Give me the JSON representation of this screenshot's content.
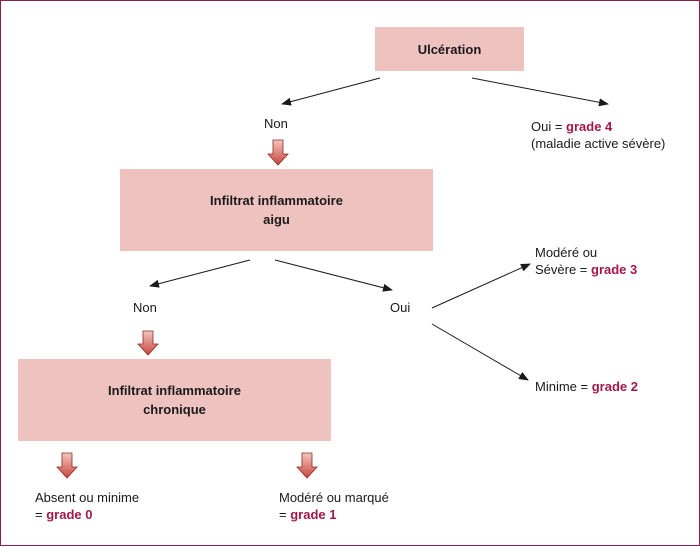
{
  "nodes": {
    "ulceration": "Ulcération",
    "infiltrat_aigu": [
      "Infiltrat inflammatoire",
      "aigu"
    ],
    "infiltrat_chronique": [
      "Infiltrat inflammatoire",
      "chronique"
    ]
  },
  "labels": {
    "non_1": "Non",
    "oui_1_prefix": "Oui = ",
    "oui_1_grade": "grade 4",
    "oui_1_note": "(maladie active sévère)",
    "non_2": "Non",
    "oui_2": "Oui",
    "modere_line1": "Modéré ou",
    "modere_prefix": "Sévère = ",
    "modere_grade": "grade 3",
    "minime_prefix": "Minime = ",
    "minime_grade": "grade 2",
    "absent_line1": "Absent ou minime",
    "absent_prefix": "= ",
    "absent_grade": "grade 0",
    "marque_line1": "Modéré ou marqué",
    "marque_prefix": "= ",
    "marque_grade": "grade 1"
  },
  "colors": {
    "box_fill": "#eec3bf",
    "grade_text": "#a3174a",
    "frame": "#8a1f4f",
    "arrow_gradient_top": "#f3c7c1",
    "arrow_gradient_bottom": "#c8463c"
  }
}
